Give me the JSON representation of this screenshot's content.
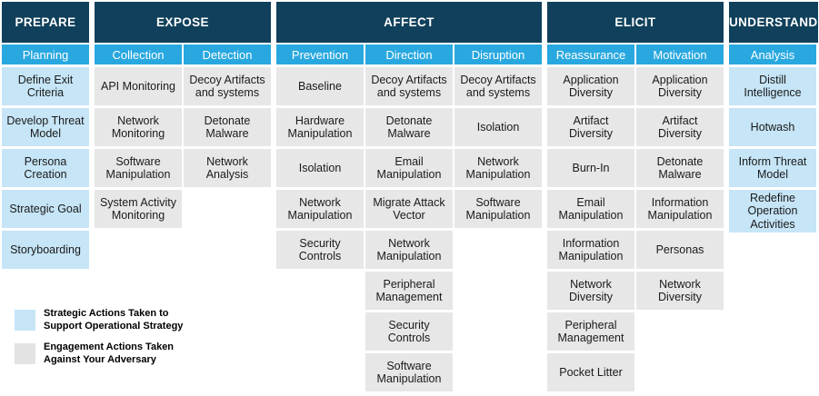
{
  "colors": {
    "group_header_bg": "#10405b",
    "subheader_bg": "#29a8e0",
    "strategic_cell_bg": "#c6e5f7",
    "engagement_cell_bg": "#e7e7e7",
    "cell_text": "#1a1a1a",
    "header_text": "#ffffff"
  },
  "matrix": {
    "groups": [
      {
        "name": "PREPARE",
        "columns": [
          {
            "name": "Planning",
            "type": "strategic",
            "cells": [
              "Define Exit Criteria",
              "Develop Threat Model",
              "Persona Creation",
              "Strategic Goal",
              "Storyboarding"
            ]
          }
        ]
      },
      {
        "name": "EXPOSE",
        "columns": [
          {
            "name": "Collection",
            "type": "engagement",
            "cells": [
              "API Monitoring",
              "Network Monitoring",
              "Software Manipulation",
              "System Activity Monitoring"
            ]
          },
          {
            "name": "Detection",
            "type": "engagement",
            "cells": [
              "Decoy Artifacts and systems",
              "Detonate Malware",
              "Network Analysis"
            ]
          }
        ]
      },
      {
        "name": "AFFECT",
        "columns": [
          {
            "name": "Prevention",
            "type": "engagement",
            "cells": [
              "Baseline",
              "Hardware Manipulation",
              "Isolation",
              "Network Manipulation",
              "Security Controls"
            ]
          },
          {
            "name": "Direction",
            "type": "engagement",
            "cells": [
              "Decoy Artifacts and systems",
              "Detonate Malware",
              "Email Manipulation",
              "Migrate Attack Vector",
              "Network Manipulation",
              "Peripheral Management",
              "Security Controls",
              "Software Manipulation"
            ]
          },
          {
            "name": "Disruption",
            "type": "engagement",
            "cells": [
              "Decoy Artifacts and systems",
              "Isolation",
              "Network Manipulation",
              "Software Manipulation"
            ]
          }
        ]
      },
      {
        "name": "ELICIT",
        "columns": [
          {
            "name": "Reassurance",
            "type": "engagement",
            "cells": [
              "Application Diversity",
              "Artifact Diversity",
              "Burn-In",
              "Email Manipulation",
              "Information Manipulation",
              "Network Diversity",
              "Peripheral Management",
              "Pocket Litter"
            ]
          },
          {
            "name": "Motivation",
            "type": "engagement",
            "cells": [
              "Application Diversity",
              "Artifact Diversity",
              "Detonate Malware",
              "Information Manipulation",
              "Personas",
              "Network Diversity"
            ]
          }
        ]
      },
      {
        "name": "UNDERSTAND",
        "columns": [
          {
            "name": "Analysis",
            "type": "strategic",
            "cells": [
              "Distill Intelligence",
              "Hotwash",
              "Inform Threat Model",
              "Redefine Operation Activities"
            ]
          }
        ]
      }
    ]
  },
  "legend": {
    "items": [
      {
        "type": "strategic",
        "lines": [
          "Strategic Actions Taken to",
          "Support Operational Strategy"
        ]
      },
      {
        "type": "engagement",
        "lines": [
          "Engagement Actions Taken",
          "Against Your Adversary"
        ]
      }
    ]
  }
}
